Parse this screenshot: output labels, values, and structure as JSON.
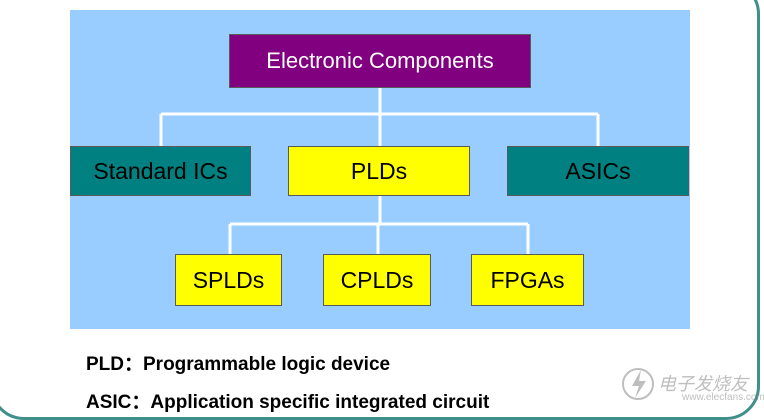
{
  "diagram": {
    "root": {
      "label": "Electronic Components",
      "color": "#800080",
      "text_color": "#ffffff"
    },
    "level2": [
      {
        "label": "Standard ICs",
        "color": "#008080"
      },
      {
        "label": "PLDs",
        "color": "#ffff00"
      },
      {
        "label": "ASICs",
        "color": "#008080"
      }
    ],
    "level3": [
      {
        "label": "SPLDs",
        "color": "#ffff00"
      },
      {
        "label": "CPLDs",
        "color": "#ffff00"
      },
      {
        "label": "FPGAs",
        "color": "#ffff00"
      }
    ],
    "panel_color": "#99ccff",
    "line_color": "#ffffff"
  },
  "notes": [
    "PLD：Programmable logic device",
    "ASIC：Application specific integrated circuit"
  ],
  "watermark": {
    "text": "电子发烧友",
    "url": "www.elecfans.com",
    "icon": "lightning-logo-icon"
  }
}
